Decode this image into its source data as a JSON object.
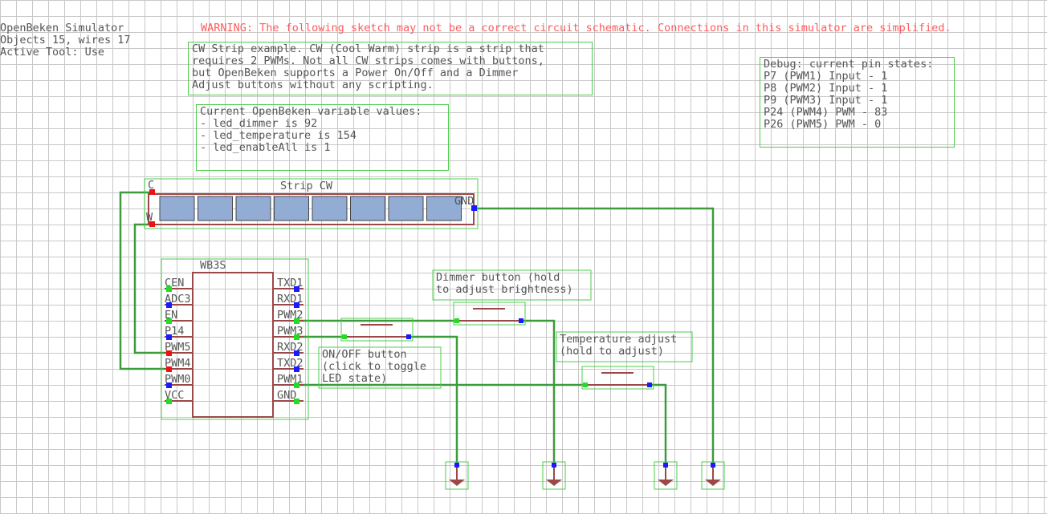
{
  "header": {
    "title": "OpenBeken Simulator",
    "objects": "Objects 15, wires 17",
    "tool": "Active Tool: Use"
  },
  "warning": "WARNING: The following sketch may not be a correct circuit schematic. Connections in this simulator are simplified.",
  "description": [
    "CW Strip example. CW (Cool Warm) strip is a strip that",
    "requires 2 PWMs. Not all CW strips comes with buttons,",
    "but OpenBeken supports a Power On/Off and a Dimmer",
    "Adjust buttons without any scripting."
  ],
  "variables": [
    "Current OpenBeken variable values:",
    "- led_dimmer is 92",
    "- led_temperature is 154",
    "- led_enableAll is 1"
  ],
  "debug": [
    "Debug: current pin states:",
    "P7 (PWM1) Input - 1",
    "P8 (PWM2) Input - 1",
    "P9 (PWM3) Input - 1",
    "P24 (PWM4) PWM - 83",
    "P26 (PWM5) PWM - 0"
  ],
  "strip": {
    "title": "Strip CW",
    "pin_c": "C",
    "pin_w": "W",
    "pin_gnd": "GND",
    "segment_count": 8,
    "segment_color": "#92acd4"
  },
  "chip": {
    "name": "WB3S",
    "left_pins": [
      "CEN",
      "ADC3",
      "EN",
      "P14",
      "PWM5",
      "PWM4",
      "PWM0",
      "VCC"
    ],
    "right_pins": [
      "TXD1",
      "RXD1",
      "PWM2",
      "PWM3",
      "RXD2",
      "TXD2",
      "PWM1",
      "GND"
    ]
  },
  "buttons": {
    "dimmer": [
      "Dimmer button (hold",
      "to adjust brightness)"
    ],
    "onoff": [
      "ON/OFF button",
      "(click to toggle",
      "LED state)"
    ],
    "temperature": [
      "Temperature adjust",
      "(hold to adjust)"
    ]
  },
  "colors": {
    "grid": "#c8c8c8",
    "wire": "#3d9b3d",
    "outline": "#4ccc4c",
    "component": "#9b4848",
    "pin_green": "#22dd22",
    "pin_blue": "#1a1aff",
    "pin_red": "#ee1111",
    "warning": "#ff5a5a",
    "text": "#555555"
  }
}
